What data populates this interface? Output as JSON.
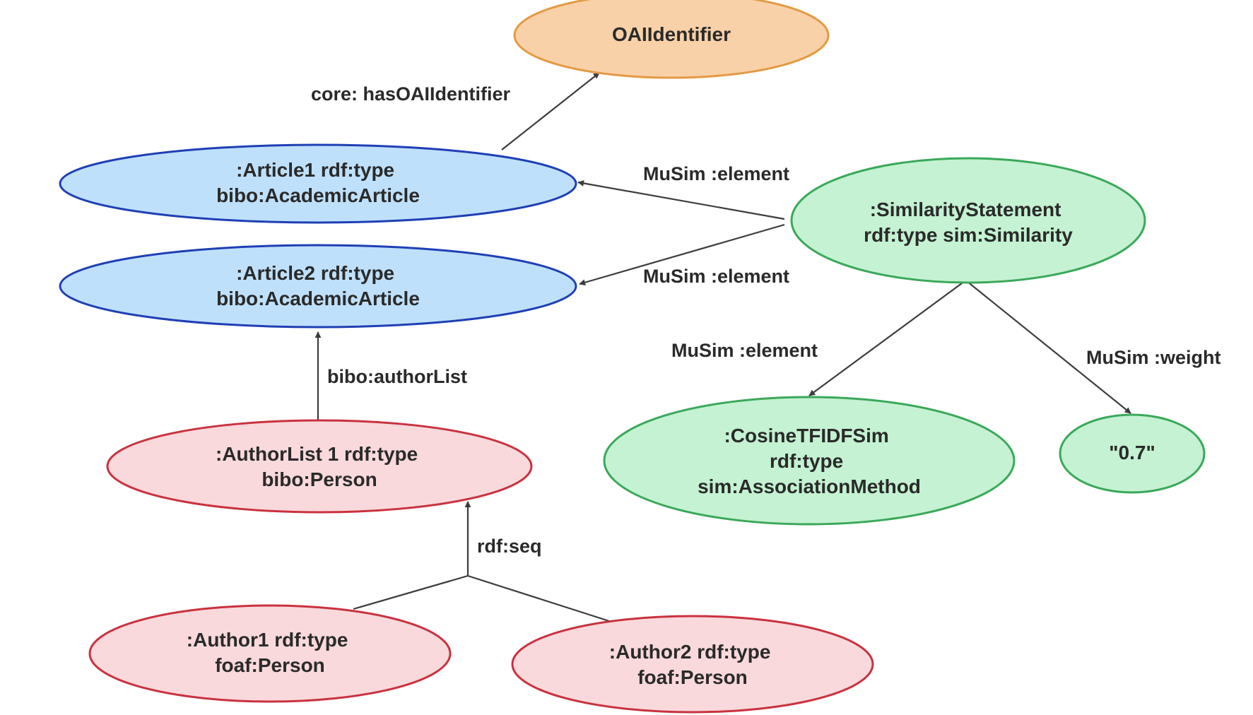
{
  "nodes": {
    "oai_identifier": {
      "lines": [
        "OAIIdentifier"
      ],
      "fill": "#f9d1a8",
      "stroke": "#e39a43"
    },
    "article1": {
      "lines": [
        ":Article1  rdf:type",
        "bibo:AcademicArticle"
      ],
      "fill": "#bfe0fa",
      "stroke": "#1f3fb5"
    },
    "article2": {
      "lines": [
        ":Article2  rdf:type",
        "bibo:AcademicArticle"
      ],
      "fill": "#bfe0fa",
      "stroke": "#1f3fb5"
    },
    "similarity_statement": {
      "lines": [
        ":SimilarityStatement",
        "rdf:type  sim:Similarity"
      ],
      "fill": "#c4f2d2",
      "stroke": "#3aa85a"
    },
    "cosine_tfidf": {
      "lines": [
        ":CosineTFIDFSim",
        "rdf:type",
        "sim:AssociationMethod"
      ],
      "fill": "#c4f2d2",
      "stroke": "#3aa85a"
    },
    "weight_value": {
      "lines": [
        "\"0.7\""
      ],
      "fill": "#c4f2d2",
      "stroke": "#3aa85a"
    },
    "author_list": {
      "lines": [
        ":AuthorList 1 rdf:type",
        "bibo:Person"
      ],
      "fill": "#f9d9dc",
      "stroke": "#c9323f"
    },
    "author1": {
      "lines": [
        ":Author1  rdf:type",
        "foaf:Person"
      ],
      "fill": "#f9d9dc",
      "stroke": "#c9323f"
    },
    "author2": {
      "lines": [
        ":Author2  rdf:type",
        "foaf:Person"
      ],
      "fill": "#f9d9dc",
      "stroke": "#c9323f"
    }
  },
  "edges": {
    "has_oai_identifier": "core: hasOAIIdentifier",
    "element_article1": "MuSim :element",
    "element_article2": "MuSim :element",
    "element_cosine": "MuSim :element",
    "weight": "MuSim :weight",
    "author_list": "bibo:authorList",
    "rdf_seq": "rdf:seq"
  },
  "colors": {
    "line": "#3c3c3c",
    "text": "#2a2a2a"
  }
}
